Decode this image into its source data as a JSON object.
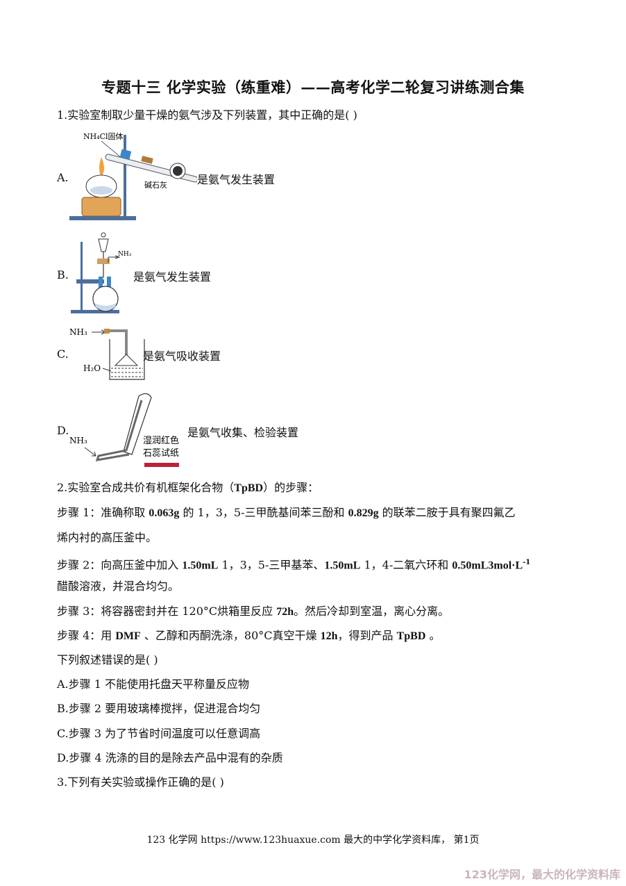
{
  "title": "专题十三 化学实验（练重难）——高考化学二轮复习讲练测合集",
  "q1": {
    "stem": "1.实验室制取少量干燥的氨气涉及下列装置，其中正确的是(     )",
    "options": [
      {
        "letter": "A.",
        "caption": "是氨气发生装置",
        "labels": [
          "NH₄Cl固体",
          "碱石灰"
        ]
      },
      {
        "letter": "B.",
        "caption": "是氨气发生装置",
        "labels": [
          "NH₃"
        ]
      },
      {
        "letter": "C.",
        "caption": "是氨气吸收装置",
        "labels": [
          "NH₃",
          "H₂O"
        ]
      },
      {
        "letter": "D.",
        "caption": "是氨气收集、检验装置",
        "labels": [
          "NH₃",
          "湿润红色",
          "石蕊试纸"
        ]
      }
    ]
  },
  "q2": {
    "stem": "2.实验室合成共价有机框架化合物（TpBD）的步骤：",
    "step1_a": "步骤 1：准确称取 ",
    "step1_b": "0.063g",
    "step1_c": " 的 1，3，5-三甲酰基间苯三酚和 ",
    "step1_d": "0.829g",
    "step1_e": " 的联苯二胺于具有聚四氟乙",
    "step1_line2": "烯内衬的高压釜中。",
    "step2_a": "步骤 2：向高压釜中加入 ",
    "step2_b": "1.50mL",
    "step2_c": " 1，3，5-三甲基苯、",
    "step2_d": "1.50mL",
    "step2_e": " 1，4-二氧六环和 ",
    "step2_f": "0.50mL3mol·L",
    "step2_sup": "-1",
    "step2_line2": "醋酸溶液，并混合均匀。",
    "step3_a": "步骤 3：将容器密封并在 120°C烘箱里反应 ",
    "step3_b": "72h",
    "step3_c": "。然后冷却到室温，离心分离。",
    "step4_a": "步骤 4：用 ",
    "step4_b": "DMF",
    "step4_c": " 、乙醇和丙酮洗涤，80°C真空干燥 ",
    "step4_d": "12h",
    "step4_e": "，得到产品 ",
    "step4_f": "TpBD",
    "step4_g": " 。",
    "question": "下列叙述错误的是(     )",
    "choices": [
      "A.步骤 1 不能使用托盘天平称量反应物",
      "B.步骤 2 要用玻璃棒搅拌，促进混合均匀",
      "C.步骤 3 为了节省时间温度可以任意调高",
      "D.步骤 4 洗涤的目的是除去产品中混有的杂质"
    ]
  },
  "q3": {
    "stem": "3.下列有关实验或操作正确的是(     )"
  },
  "footer": "123 化学网 https://www.123huaxue.com 最大的中学化学资料库，  第1页",
  "watermark": "123化学网，最大的化学资料库"
}
